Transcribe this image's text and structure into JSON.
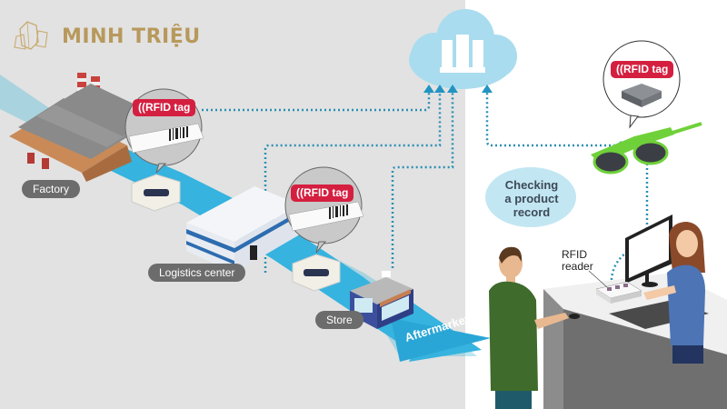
{
  "brand": {
    "name": "MINH TRIỆU",
    "logo_icon": "crystal-gem-icon",
    "color": "#b8995c"
  },
  "colors": {
    "flow_band": "#3fb6da",
    "dotted_line": "#2b8fb3",
    "cloud": "#a9dcee",
    "rfid_badge": "#d51f40",
    "label_pill": "#6c6c6c",
    "left_background": "#e2e2e2",
    "right_background": "#ffffff"
  },
  "supply_chain": {
    "stages": [
      {
        "label": "Factory",
        "icon": "factory-icon"
      },
      {
        "label": "Logistics center",
        "icon": "warehouse-icon"
      },
      {
        "label": "Store",
        "icon": "store-icon"
      }
    ],
    "flow_end_label": "Aftermarket"
  },
  "tags": [
    {
      "label": "RFID tag",
      "kind": "barcode-label"
    },
    {
      "label": "RFID tag",
      "kind": "barcode-label"
    },
    {
      "label": "RFID tag",
      "kind": "chip"
    }
  ],
  "cloud": {
    "icon": "cloud-server-icon"
  },
  "checkout": {
    "bubble_text": [
      "Checking",
      "a product",
      "record"
    ],
    "reader_label": [
      "RFID",
      "reader"
    ]
  }
}
